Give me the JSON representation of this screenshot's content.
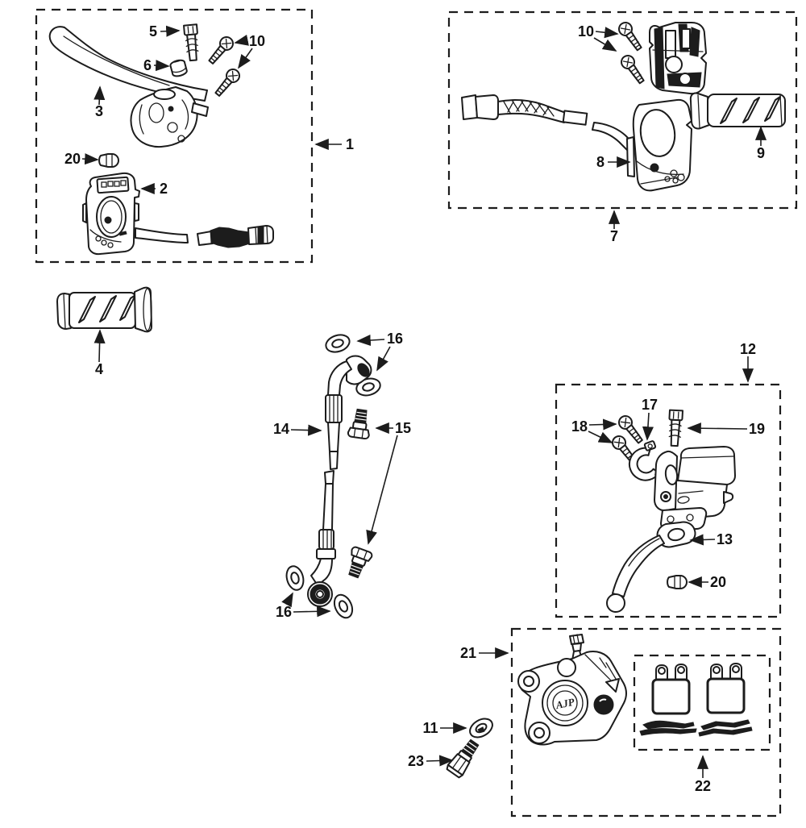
{
  "diagram": {
    "type": "exploded-parts-diagram",
    "background": "#ffffff",
    "line_color": "#1c1c1c",
    "logo_text": "AJP",
    "callouts": {
      "n1": "1",
      "n2": "2",
      "n3": "3",
      "n4": "4",
      "n5": "5",
      "n6": "6",
      "n7": "7",
      "n8": "8",
      "n9": "9",
      "n10": "10",
      "n10b": "10",
      "n11": "11",
      "n12": "12",
      "n13": "13",
      "n14": "14",
      "n15": "15",
      "n16": "16",
      "n16b": "16",
      "n17": "17",
      "n18": "18",
      "n19": "19",
      "n20": "20",
      "n20b": "20",
      "n21": "21",
      "n22": "22",
      "n23": "23"
    }
  }
}
